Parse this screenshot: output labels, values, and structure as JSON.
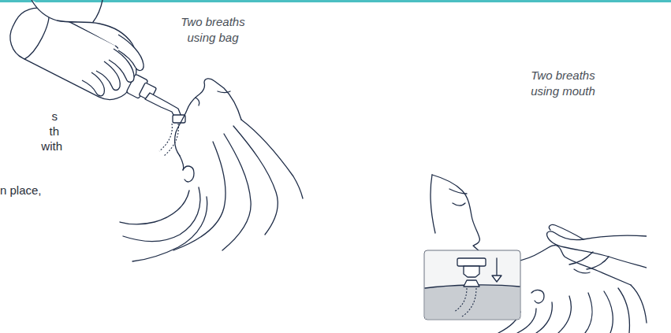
{
  "diagram": {
    "labels": [
      "Two breaths using bag",
      "Two breaths using mouth",
      "s",
      "th",
      "with",
      "n place,"
    ]
  }
}
